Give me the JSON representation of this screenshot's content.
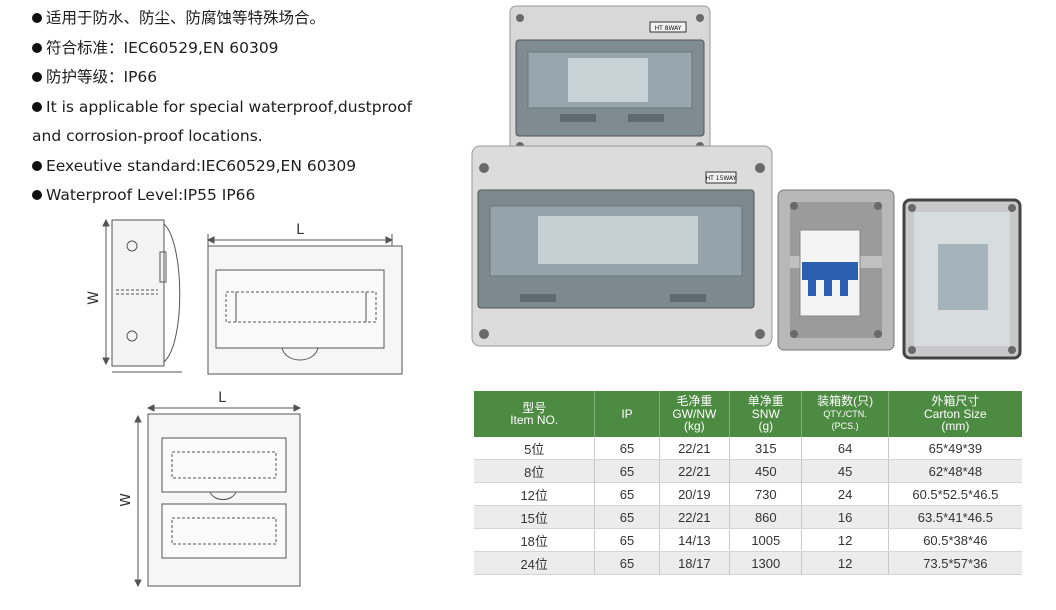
{
  "bullets": [
    "适用于防水、防尘、防腐蚀等特殊场合。",
    "符合标准：IEC60529,EN 60309",
    "防护等级：IP66",
    "It is applicable for special waterproof,dustproof",
    "and corrosion-proof locations.",
    "Eexeutive standard:IEC60529,EN 60309",
    "Waterproof Level:IP55  IP66"
  ],
  "bullet_has_dot": [
    true,
    true,
    true,
    true,
    false,
    true,
    true
  ],
  "drawing_labels": {
    "dim_L_top": "L",
    "dim_W_side": "W",
    "dim_L_front2": "L",
    "dim_W_front2": "W"
  },
  "photo_labels": {
    "small_box_label": "HT 8WAY",
    "large_box_label": "HT 15WAY"
  },
  "table": {
    "headers": [
      {
        "lines": [
          "型号",
          "Item NO."
        ]
      },
      {
        "lines": [
          "IP"
        ]
      },
      {
        "lines": [
          "毛净重",
          "GW/NW",
          "(kg)"
        ]
      },
      {
        "lines": [
          "单净重",
          "SNW",
          "(g)"
        ]
      },
      {
        "lines": [
          "装箱数(只)",
          "QTY./CTN.",
          "(PCS.)"
        ]
      },
      {
        "lines": [
          "外箱尺寸",
          "Carton Size",
          "(mm)"
        ]
      }
    ],
    "rows": [
      [
        "5位",
        "65",
        "22/21",
        "315",
        "64",
        "65*49*39"
      ],
      [
        "8位",
        "65",
        "22/21",
        "450",
        "45",
        "62*48*48"
      ],
      [
        "12位",
        "65",
        "20/19",
        "730",
        "24",
        "60.5*52.5*46.5"
      ],
      [
        "15位",
        "65",
        "22/21",
        "860",
        "16",
        "63.5*41*46.5"
      ],
      [
        "18位",
        "65",
        "14/13",
        "1005",
        "12",
        "60.5*38*46"
      ],
      [
        "24位",
        "65",
        "18/17",
        "1300",
        "12",
        "73.5*57*36"
      ]
    ]
  },
  "colors": {
    "header_green": "#4d8b43",
    "row_alt": "#ececec"
  }
}
